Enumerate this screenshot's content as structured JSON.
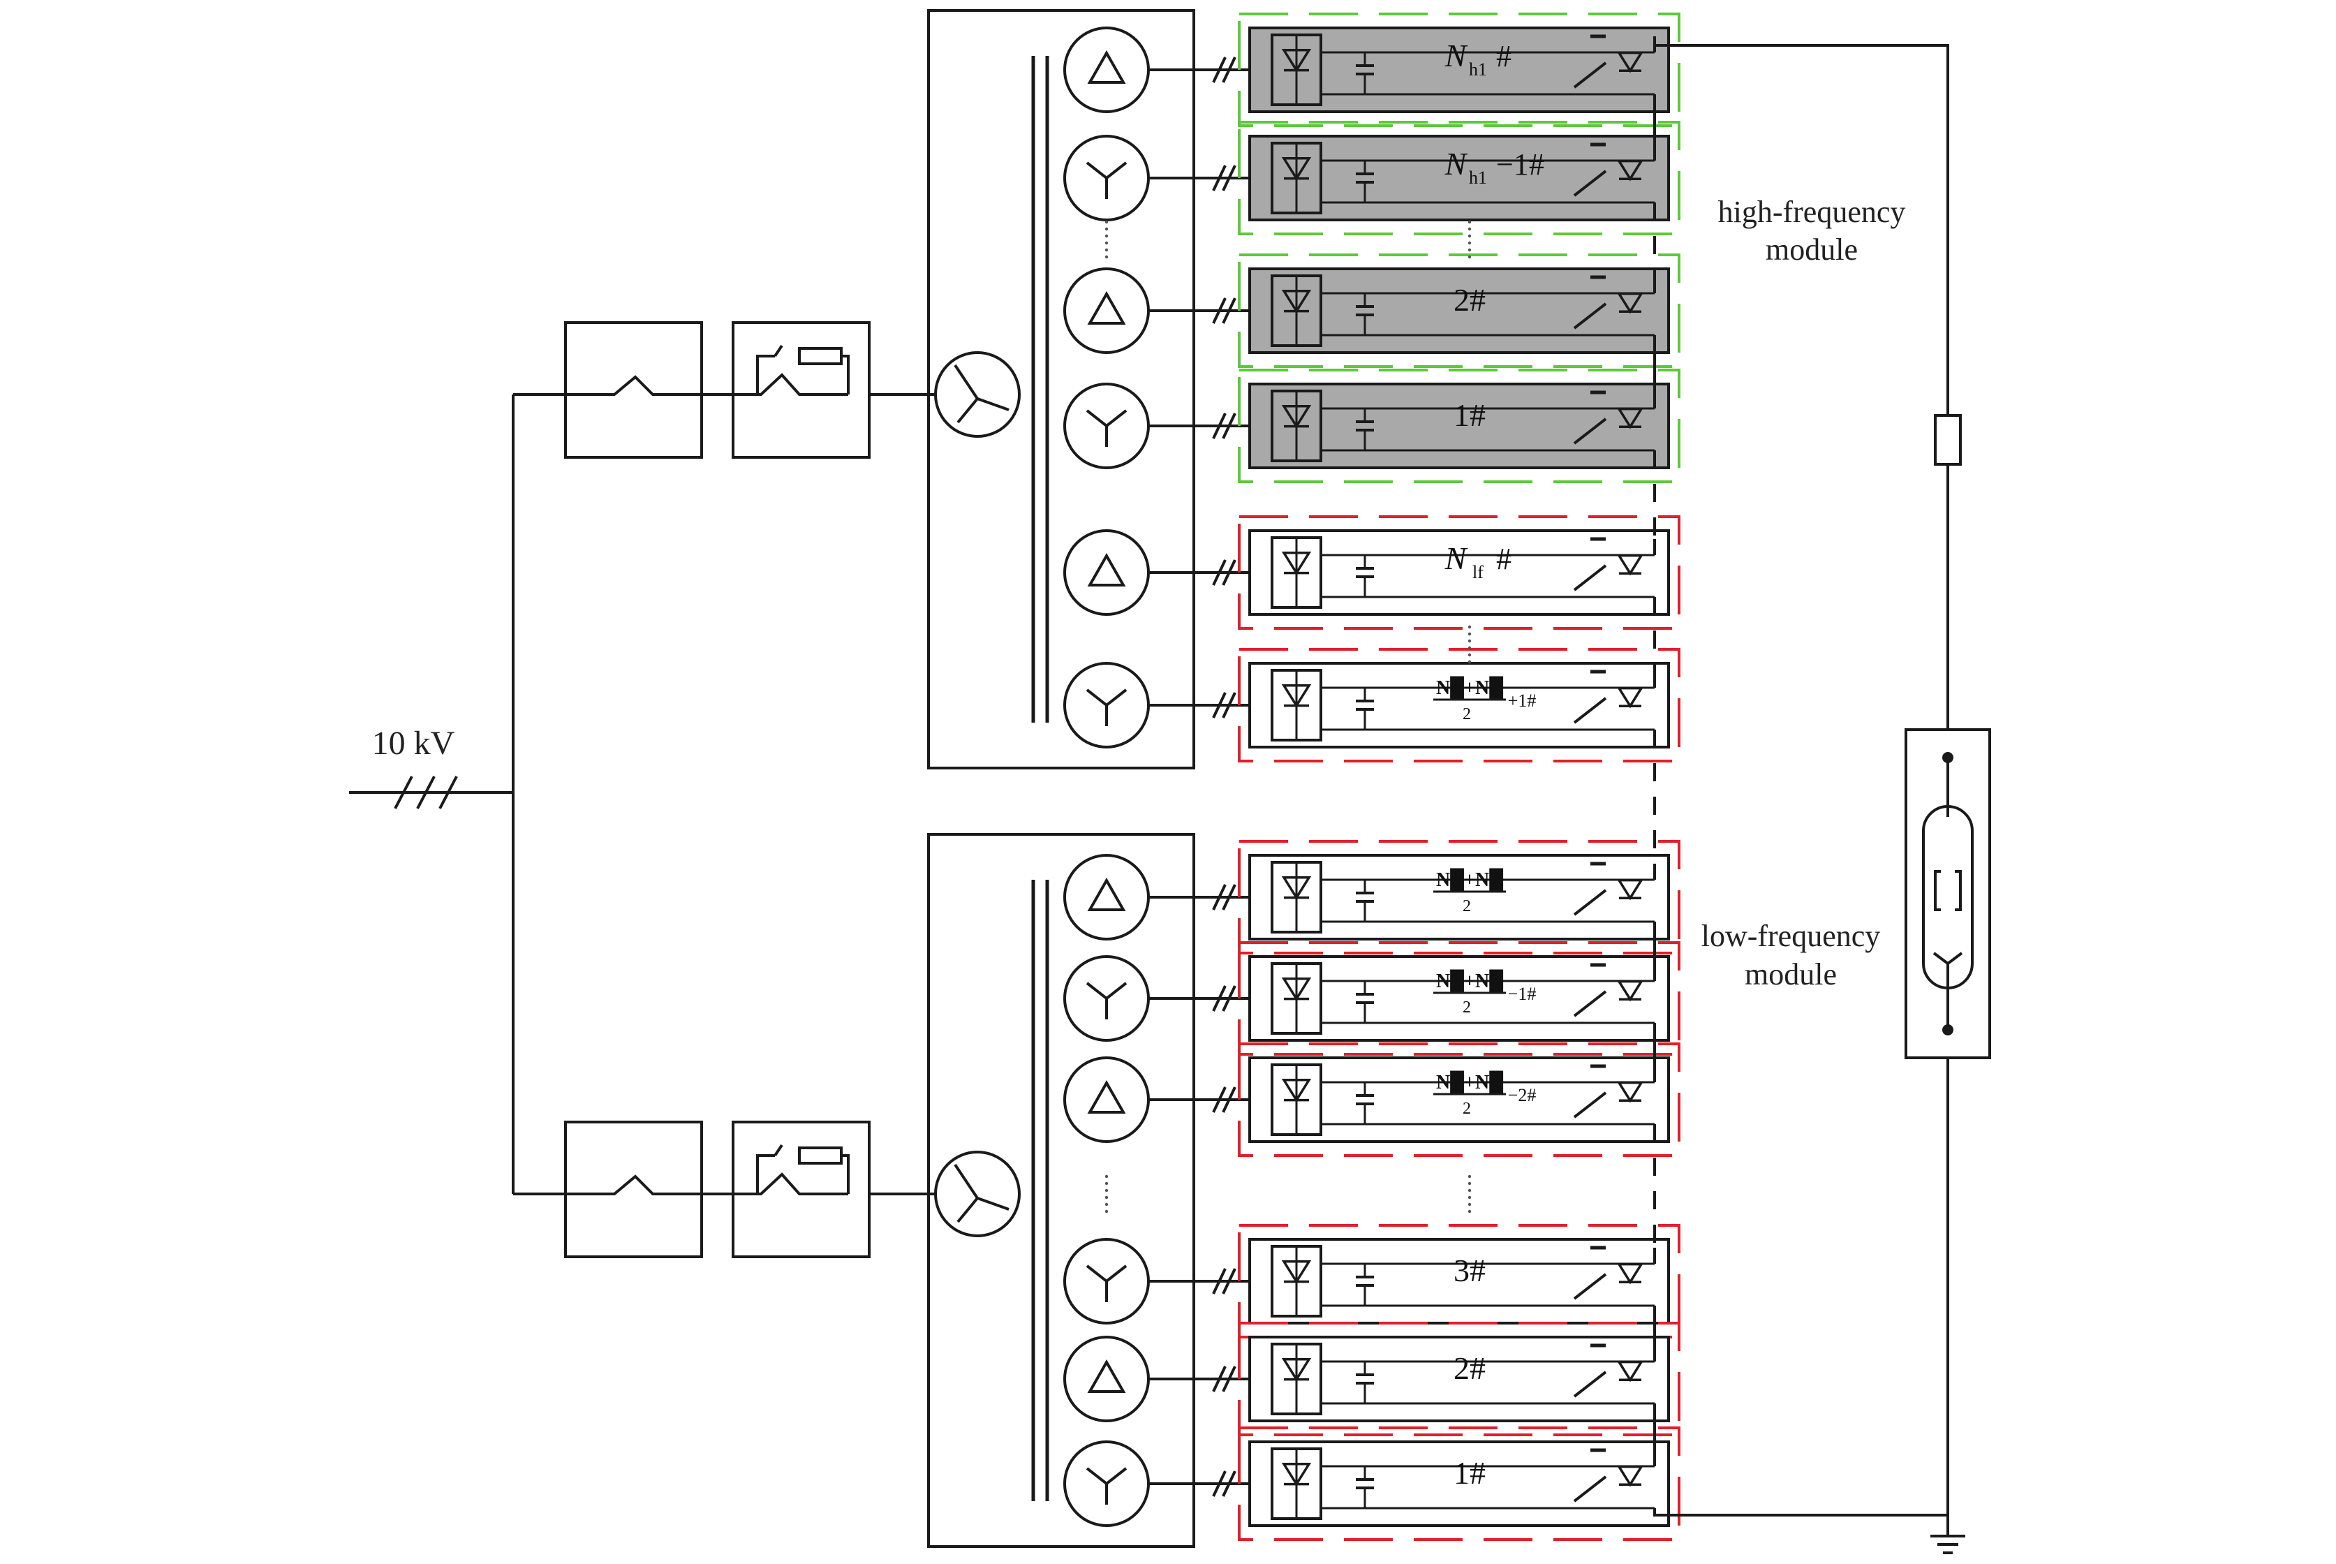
{
  "supply": {
    "voltage_label": "10 kV"
  },
  "annotations": {
    "high_frequency": [
      "high-frequency",
      "module"
    ],
    "low_frequency": [
      "low-frequency",
      "module"
    ]
  },
  "colors": {
    "line": "#1a1a1a",
    "hf_fill": "#a9a9a9",
    "hf_border": "#5cc93a",
    "lf_border": "#e0202a",
    "module_fill_lf": "#ffffff"
  },
  "modules_high_frequency": [
    {
      "label": "N",
      "sub": "h1",
      "suffix": "#",
      "winding": "delta"
    },
    {
      "label": "N",
      "sub": "h1",
      "suffix": "−1#",
      "winding": "wye"
    },
    {
      "label": "2#",
      "winding": "delta"
    },
    {
      "label": "1#",
      "winding": "wye"
    }
  ],
  "modules_low_frequency_upper": [
    {
      "label": "N",
      "sub": "lf",
      "suffix": "#",
      "winding": "delta"
    },
    {
      "label": "(N+N)/2+1#",
      "winding": "wye"
    }
  ],
  "modules_low_frequency_lower": [
    {
      "label": "(N+N)/2",
      "winding": "delta"
    },
    {
      "label": "(N+N)/2−1#",
      "winding": "wye"
    },
    {
      "label": "(N+N)/2−2#",
      "winding": "delta"
    },
    {
      "label": "3#",
      "winding": "wye"
    },
    {
      "label": "2#",
      "winding": "delta"
    },
    {
      "label": "1#",
      "winding": "wye"
    }
  ]
}
